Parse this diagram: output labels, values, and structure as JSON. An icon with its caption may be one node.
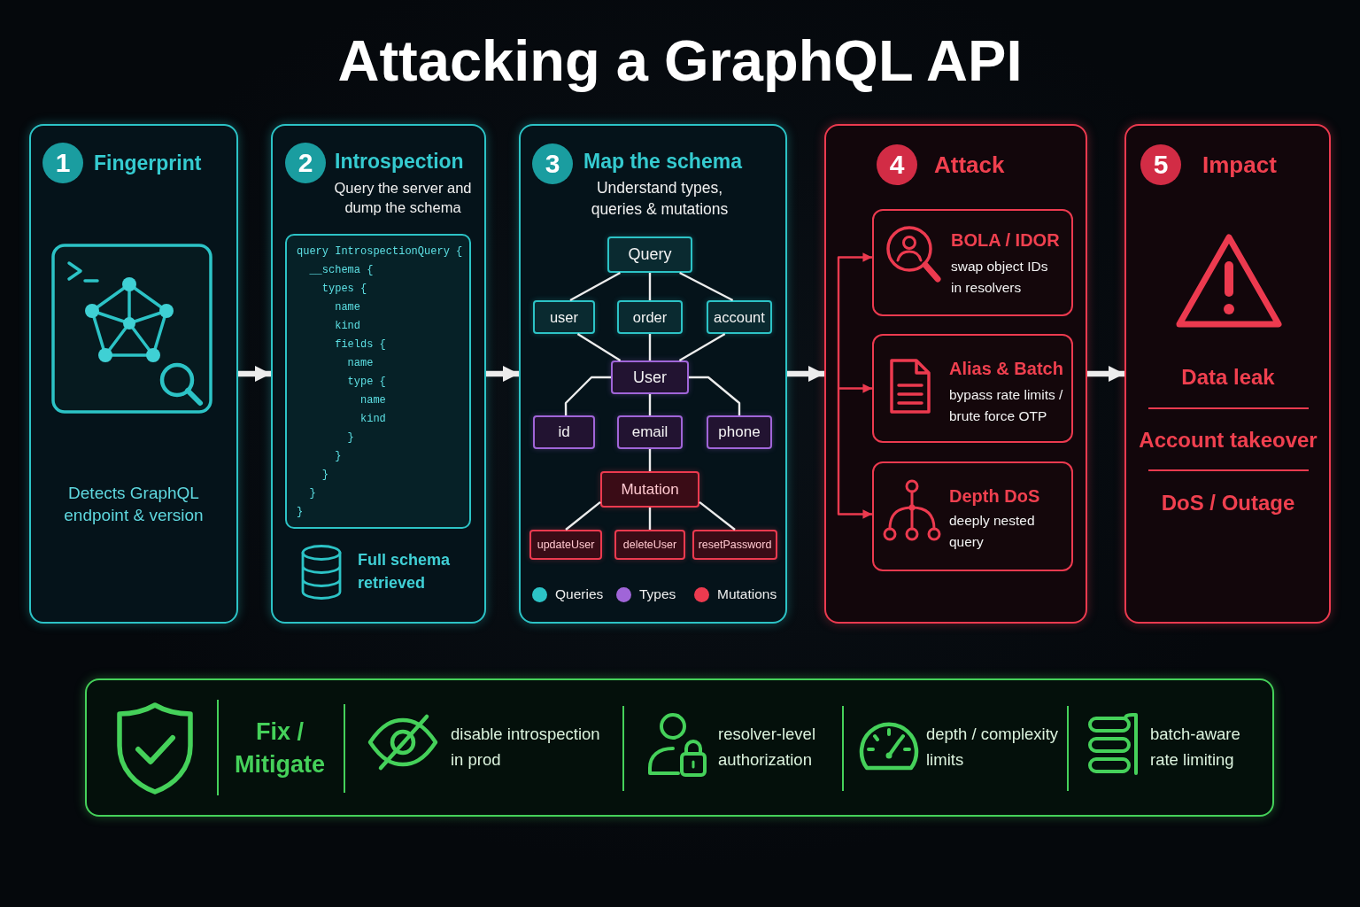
{
  "diagram": {
    "title": "Attacking a GraphQL API",
    "nodes": [
      {
        "text": [
          "Fingerprint",
          "Detects GraphQL endpoint & version"
        ]
      },
      {
        "text": [
          "1"
        ],
        "in": 0
      },
      {
        "text": [
          "Introspection",
          "Query the server and dump the schema",
          "Full schema retrieved"
        ]
      },
      {
        "text": [
          "2"
        ],
        "in": 2
      },
      {
        "text": [
          "query IntrospectionQuery { __schema { types { name kind fields { name type { name kind } } } } }"
        ],
        "in": 2
      },
      {
        "text": [
          "Map the schema",
          "Understand types, queries & mutations"
        ]
      },
      {
        "text": [
          "3"
        ],
        "in": 5
      },
      {
        "text": [
          "Query"
        ],
        "in": 5
      },
      {
        "text": [
          "user"
        ],
        "in": 5
      },
      {
        "text": [
          "order"
        ],
        "in": 5
      },
      {
        "text": [
          "account"
        ],
        "in": 5
      },
      {
        "text": [
          "User"
        ],
        "in": 5
      },
      {
        "text": [
          "id"
        ],
        "in": 5
      },
      {
        "text": [
          "email"
        ],
        "in": 5
      },
      {
        "text": [
          "phone"
        ],
        "in": 5
      },
      {
        "text": [
          "Mutation"
        ],
        "in": 5
      },
      {
        "text": [
          "updateUser"
        ],
        "in": 5
      },
      {
        "text": [
          "deleteUser"
        ],
        "in": 5
      },
      {
        "text": [
          "resetPassword"
        ],
        "in": 5
      },
      {
        "text": [
          "Attack"
        ]
      },
      {
        "text": [
          "4"
        ],
        "in": 19
      },
      {
        "text": [
          "BOLA / IDOR",
          "swap object IDs in resolvers"
        ],
        "in": 19
      },
      {
        "text": [
          "Alias & Batch",
          "bypass rate limits / brute force OTP"
        ],
        "in": 19
      },
      {
        "text": [
          "Depth DoS",
          "deeply nested query"
        ],
        "in": 19
      },
      {
        "text": [
          "Impact",
          "Data leak",
          "Account takeover",
          "DoS / Outage"
        ]
      },
      {
        "text": [
          "5"
        ],
        "in": 24
      },
      {
        "text": [
          "Fix / Mitigate",
          "disable introspection in prod",
          "resolver-level authorization",
          "depth / complexity limits",
          "batch-aware rate limiting"
        ]
      }
    ],
    "edges": [
      {
        "from": 0,
        "to": 2,
        "arrow": "to",
        "style": "thick"
      },
      {
        "from": 2,
        "to": 5,
        "arrow": "to",
        "style": "thick"
      },
      {
        "from": 5,
        "to": 19,
        "arrow": "to",
        "style": "thick"
      },
      {
        "from": 19,
        "to": 24,
        "arrow": "to",
        "style": "thick"
      },
      {
        "from": 7,
        "to": 8,
        "arrow": "none"
      },
      {
        "from": 7,
        "to": 9,
        "arrow": "none"
      },
      {
        "from": 7,
        "to": 10,
        "arrow": "none"
      },
      {
        "from": 8,
        "to": 11,
        "arrow": "none"
      },
      {
        "from": 9,
        "to": 11,
        "arrow": "none"
      },
      {
        "from": 10,
        "to": 11,
        "arrow": "none"
      },
      {
        "from": 11,
        "to": 12,
        "arrow": "none"
      },
      {
        "from": 11,
        "to": 13,
        "arrow": "none"
      },
      {
        "from": 11,
        "to": 14,
        "arrow": "none"
      },
      {
        "from": 13,
        "to": 15,
        "arrow": "none"
      },
      {
        "from": 15,
        "to": 16,
        "arrow": "none"
      },
      {
        "from": 15,
        "to": 17,
        "arrow": "none"
      },
      {
        "from": 15,
        "to": 18,
        "arrow": "none"
      },
      {
        "from": null,
        "to": 21,
        "arrow": "to",
        "color": "#ec3a4f"
      },
      {
        "from": null,
        "to": 22,
        "arrow": "to",
        "color": "#ec3a4f"
      },
      {
        "from": null,
        "to": 23,
        "arrow": "to",
        "color": "#ec3a4f"
      }
    ],
    "legend": [
      {
        "text": "Queries",
        "color": "#2cc3c6"
      },
      {
        "text": "Types",
        "color": "#a065d8"
      },
      {
        "text": "Mutations",
        "color": "#ec3a4f"
      }
    ]
  }
}
